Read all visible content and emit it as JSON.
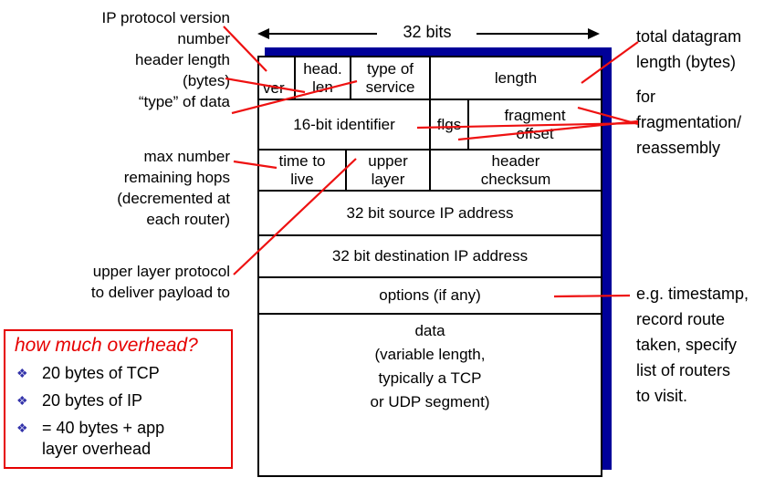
{
  "diagram": {
    "bits_label": "32 bits",
    "shadow_color": "#000099",
    "connector_color": "#ee1111"
  },
  "header": {
    "ver": "ver",
    "head_len": "head.\nlen",
    "type_of_service": "type of\nservice",
    "length": "length",
    "identifier": "16-bit identifier",
    "flgs": "flgs",
    "fragment_offset": "fragment\noffset",
    "time_to_live": "time to\nlive",
    "upper_layer": "upper\nlayer",
    "header_checksum": "header\nchecksum",
    "source_address": "32 bit source IP address",
    "destination_address": "32 bit destination IP address",
    "options": "options (if any)",
    "data": "data\n(variable length,\ntypically a TCP\nor UDP segment)"
  },
  "annotations": {
    "version": "IP protocol version\nnumber",
    "header_length": "header length\n(bytes)",
    "type_of_data": "“type” of data",
    "max_hops": "max number\nremaining hops\n(decremented at\neach router)",
    "upper_protocol": "upper layer protocol\nto deliver payload to",
    "total_length": "total datagram\nlength (bytes)",
    "fragmentation": "for\nfragmentation/\nreassembly",
    "options_note": "e.g. timestamp,\nrecord route\ntaken, specify\nlist of routers\nto visit."
  },
  "overhead_box": {
    "title": "how much overhead?",
    "bullet": "❖",
    "items": [
      "20 bytes of TCP",
      "20 bytes of IP",
      "= 40 bytes + app\nlayer overhead"
    ]
  }
}
